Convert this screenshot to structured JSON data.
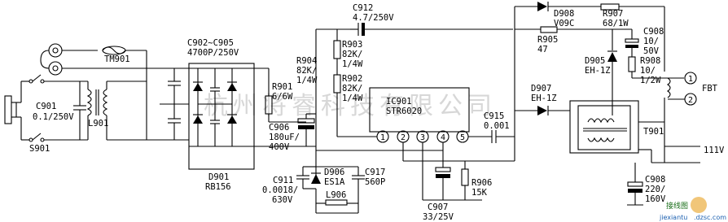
{
  "watermark": "杭州将睿科技有限公司",
  "logo": {
    "site": "jiexiantu",
    "domain": ".dzsc.com",
    "mark": "接线图"
  },
  "labels": {
    "tm901": "TM901",
    "c902_905_a": "C902~C905",
    "c902_905_b": "4700P/250V",
    "c901_a": "C901",
    "c901_b": "0.1/250V",
    "l901": "L901",
    "s901": "S901",
    "d901_a": "D901",
    "d901_b": "RB156",
    "r901_a": "R901",
    "r901_b": "6/6W",
    "c906_a": "C906",
    "c906_b": "180uF/",
    "c906_c": "400V",
    "r904_a": "R904",
    "r904_b": "82K/",
    "r904_c": "1/4W",
    "r903_a": "R903",
    "r903_b": "82K/",
    "r903_c": "1/4W",
    "r902_a": "R902",
    "r902_b": "82K/",
    "r902_c": "1/4W",
    "c912_a": "C912",
    "c912_b": "4.7/250V",
    "ic_a": "IC901",
    "ic_b": "STR6020",
    "c915_a": "C915",
    "c915_b": "0.001",
    "d908_a": "D908",
    "d908_b": "V09C",
    "r907_a": "R907",
    "r907_b": "68/1W",
    "r905_a": "R905",
    "r905_b": "47",
    "c908t_a": "C908",
    "c908t_b": "10/",
    "c908t_c": "50V",
    "r908_a": "R908",
    "r908_b": "10/",
    "r908_c": "1/2W",
    "d905_a": "D905",
    "d905_b": "EH-1Z",
    "d907_a": "D907",
    "d907_b": "EH-1Z",
    "fbt": "FBT",
    "t901": "T901",
    "v111": "111V",
    "c908b_a": "C908",
    "c908b_b": "220/",
    "c908b_c": "160V",
    "c911_a": "C911",
    "c911_b": "0.0018/",
    "c911_c": "630V",
    "d906_a": "D906",
    "d906_b": "ES1A",
    "l906": "L906",
    "c917_a": "C917",
    "c917_b": "560P",
    "c907_a": "C907",
    "c907_b": "33/25V",
    "r906_a": "R906",
    "r906_b": "15K",
    "pins": [
      "1",
      "2",
      "3",
      "4",
      "5"
    ],
    "fbt_pins": [
      "1",
      "2"
    ]
  }
}
